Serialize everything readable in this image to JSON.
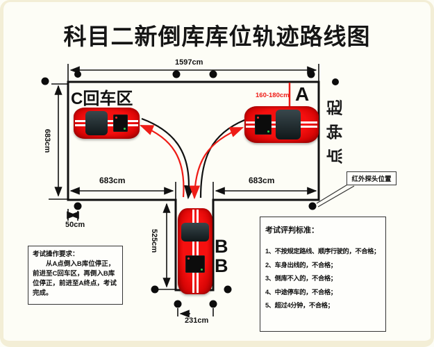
{
  "title": "科目二新倒库库位轨迹路线图",
  "colors": {
    "line": "#111111",
    "red": "#ee1c16",
    "background": "#fdfdf6",
    "frame": "#f3eed6",
    "car": "#e00606"
  },
  "zones": {
    "c_area_label": "C回车区",
    "a_point_label": "A",
    "b_slot_label_1": "B",
    "b_slot_label_2": "B"
  },
  "dimensions": {
    "top_width": "1597cm",
    "left_height": "683cm",
    "road_left": "683cm",
    "road_right": "683cm",
    "garage_depth": "525cm",
    "corner_offset": "50cm",
    "garage_width": "231cm",
    "entry_gap": "160-180cm"
  },
  "annotations": {
    "infrared_label": "红外探头位置",
    "vertical_watermark": "点钟起"
  },
  "requirements_box": {
    "heading": "考试操作要求：",
    "lines": [
      "　　从A点倒入B库位停正，",
      "前进至C回车区，再倒入B库",
      "位停正，前进至A终点，考试",
      "完成。"
    ]
  },
  "criteria_box": {
    "heading": "考试评判标准：",
    "items": [
      "1、不按规定路线、顺序行驶的，不合格；",
      "2、车身出线的，不合格；",
      "3、倒库不入的，不合格；",
      "4、中途停车的，不合格；",
      "5、超过4分钟，不合格；"
    ]
  }
}
